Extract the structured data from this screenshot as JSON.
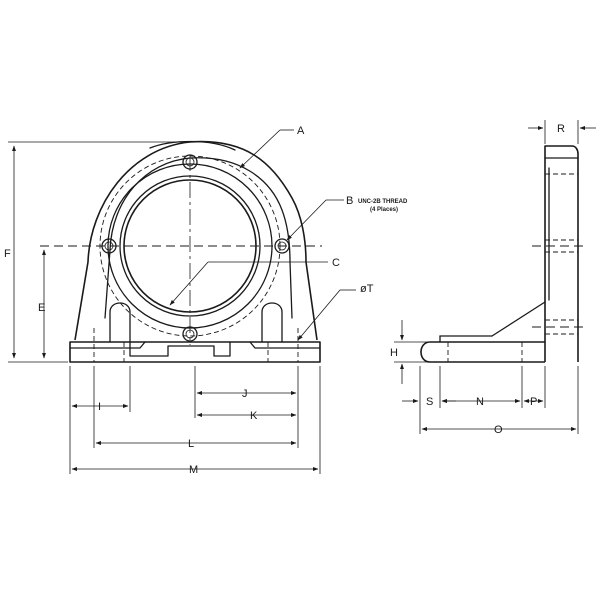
{
  "labels": {
    "A": "A",
    "B": "B",
    "B_note_1": "UNC-2B THREAD",
    "B_note_2": "(4 Places)",
    "C": "C",
    "T": "øT",
    "E": "E",
    "F": "F",
    "H": "H",
    "I": "I",
    "J": "J",
    "K": "K",
    "L": "L",
    "M": "M",
    "N": "N",
    "O": "O",
    "P": "P",
    "R": "R",
    "S": "S"
  }
}
